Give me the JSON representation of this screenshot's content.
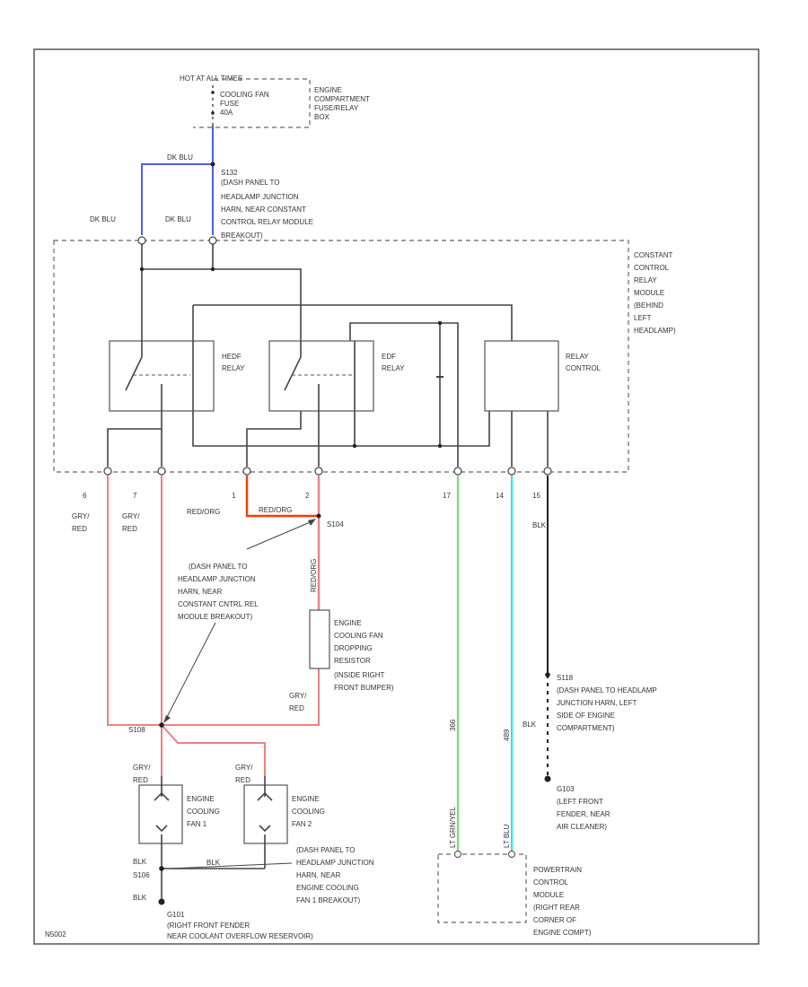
{
  "colors": {
    "dk_blu": "#4a63d8",
    "red_orange": "#ff3a00",
    "gry_red": "#f08080",
    "lt_green": "#7dd87d",
    "lt_blue": "#33e0f0",
    "black": "#222222",
    "border": "#555555"
  },
  "top": {
    "hot_label": "HOT AT ALL TIMES",
    "fuse_lines": [
      "COOLING FAN",
      "FUSE",
      "40A"
    ],
    "box_lines": [
      "ENGINE",
      "COMPARTMENT",
      "FUSE/RELAY",
      "BOX"
    ]
  },
  "wires": {
    "dk_blu_1": "DK BLU",
    "dk_blu_2": "DK BLU",
    "dk_blu_3": "DK BLU",
    "gry_red_left": [
      "GRY/",
      "RED"
    ],
    "gry_red_right": [
      "GRY/",
      "RED"
    ],
    "red_org_1": "RED/ORG",
    "red_org_2": "RED/ORG",
    "red_org_vert": "RED/ORG",
    "gry_red_mid": [
      "GRY/",
      "RED"
    ],
    "lt_grn_vert": "LT GRN/YEL",
    "lt_blu_vert": "LT BLU",
    "blk_1": "BLK",
    "blk_2": "BLK",
    "blk_fan1": "BLK",
    "blk_fan2": "BLK",
    "gry_red_fan1": [
      "GRY/",
      "RED"
    ],
    "gry_red_fan2": [
      "GRY/",
      "RED"
    ],
    "wire_codes": {
      "green": "366",
      "blue": "489"
    }
  },
  "splice_s132": {
    "id": "S132",
    "lines": [
      "(DASH PANEL TO",
      "HEADLAMP JUNCTION",
      "HARN, NEAR CONSTANT",
      "CONTROL RELAY MODULE",
      "BREAKOUT)"
    ]
  },
  "module": {
    "lines": [
      "CONSTANT",
      "CONTROL",
      "RELAY",
      "MODULE",
      "(BEHIND",
      "LEFT",
      "HEADLAMP)"
    ]
  },
  "relays": {
    "hedf_lines": [
      "HEDF",
      "RELAY"
    ],
    "edf_lines": [
      "EDF",
      "RELAY"
    ],
    "control_lines": [
      "RELAY",
      "CONTROL"
    ]
  },
  "pins": [
    "6",
    "7",
    "1",
    "2",
    "17",
    "14",
    "15"
  ],
  "splice_s104": {
    "id": "S104"
  },
  "note_dash": {
    "lines": [
      "(DASH PANEL TO",
      "HEADLAMP JUNCTION",
      "HARN, NEAR",
      "CONSTANT CNTRL REL",
      "MODULE BREAKOUT)"
    ]
  },
  "resistor": {
    "lines": [
      "ENGINE",
      "COOLING FAN",
      "DROPPING",
      "RESISTOR",
      "(INSIDE RIGHT",
      "FRONT BUMPER)"
    ]
  },
  "splice_s108": {
    "id": "S108"
  },
  "fan1": {
    "lines": [
      "ENGINE",
      "COOLING",
      "FAN 1"
    ]
  },
  "fan2": {
    "lines": [
      "ENGINE",
      "COOLING",
      "FAN 2"
    ]
  },
  "splice_s106": {
    "id": "S106"
  },
  "note_s106": {
    "lines": [
      "(DASH PANEL TO",
      "HEADLAMP JUNCTION",
      "HARN, NEAR",
      "ENGINE COOLING",
      "FAN 1 BREAKOUT)"
    ]
  },
  "ground_g101": {
    "id": "G101",
    "lines": [
      "(RIGHT FRONT FENDER",
      "NEAR COOLANT OVERFLOW RESERVOIR)"
    ]
  },
  "splice_s118": {
    "id": "S118",
    "lines": [
      "(DASH PANEL TO HEADLAMP",
      "JUNCTION HARN, LEFT",
      "SIDE OF ENGINE",
      "COMPARTMENT)"
    ]
  },
  "ground_g103": {
    "id": "G103",
    "lines": [
      "(LEFT FRONT",
      "FENDER, NEAR",
      "AIR CLEANER)"
    ]
  },
  "pcm": {
    "lines": [
      "POWERTRAIN",
      "CONTROL",
      "MODULE",
      "(RIGHT REAR",
      "CORNER OF",
      "ENGINE COMPT)"
    ]
  },
  "footer": {
    "code": "N5002"
  }
}
